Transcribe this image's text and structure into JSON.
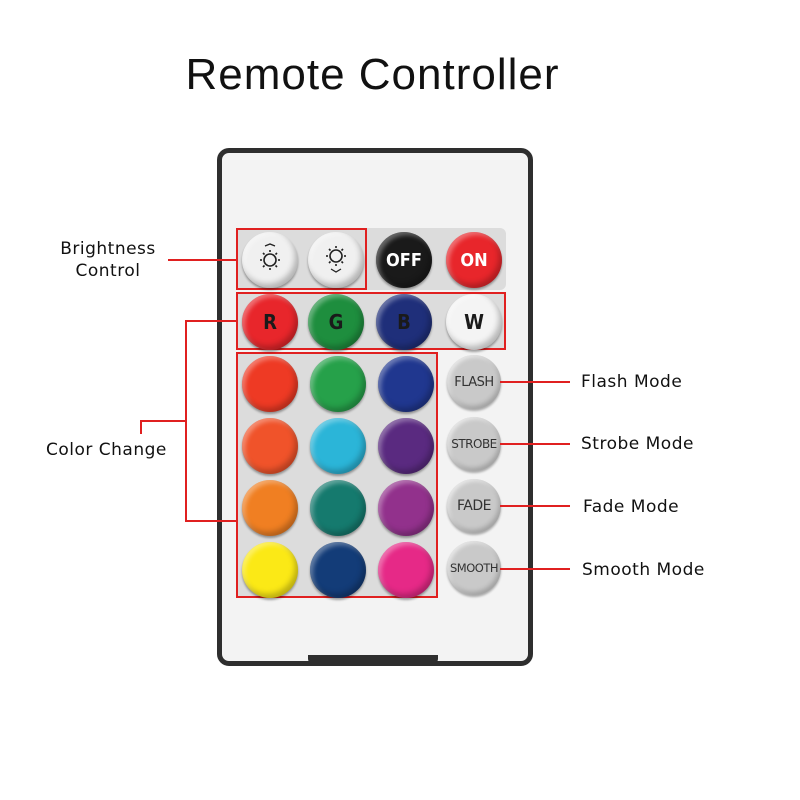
{
  "title": "Remote Controller",
  "buttons": {
    "brightness_down": {
      "icon": "sun-brightness-down-icon",
      "color": "#f0f0f0"
    },
    "brightness_up": {
      "icon": "sun-brightness-up-icon",
      "color": "#f0f0f0"
    },
    "off": {
      "label": "OFF",
      "color": "#1a1a1a",
      "text_color": "#ffffff"
    },
    "on": {
      "label": "ON",
      "color": "#e8262b",
      "text_color": "#ffffff"
    },
    "r": {
      "label": "R",
      "color": "#e8262b",
      "text_color": "#1a1a1a"
    },
    "g": {
      "label": "G",
      "color": "#1e8e3e",
      "text_color": "#1a1a1a"
    },
    "b": {
      "label": "B",
      "color": "#1f2f7a",
      "text_color": "#1a1a1a"
    },
    "w": {
      "label": "W",
      "color": "#f4f4f4",
      "text_color": "#1a1a1a"
    },
    "flash": {
      "label": "FLASH"
    },
    "strobe": {
      "label": "STROBE"
    },
    "fade": {
      "label": "FADE"
    },
    "smooth": {
      "label": "SMOOTH"
    }
  },
  "color_grid": [
    [
      "#ee3a24",
      "#26a14a",
      "#20378f"
    ],
    [
      "#f0532a",
      "#2bb5d8",
      "#5a2a80"
    ],
    [
      "#f07f22",
      "#157a6e",
      "#92318c"
    ],
    [
      "#fbe916",
      "#133c78",
      "#e62987"
    ]
  ],
  "callouts": {
    "brightness": [
      "Brightness",
      "Control"
    ],
    "color_change": "Color Change",
    "flash": "Flash Mode",
    "strobe": "Strobe Mode",
    "fade": "Fade Mode",
    "smooth": "Smooth Mode"
  },
  "accent_color": "#e02020"
}
